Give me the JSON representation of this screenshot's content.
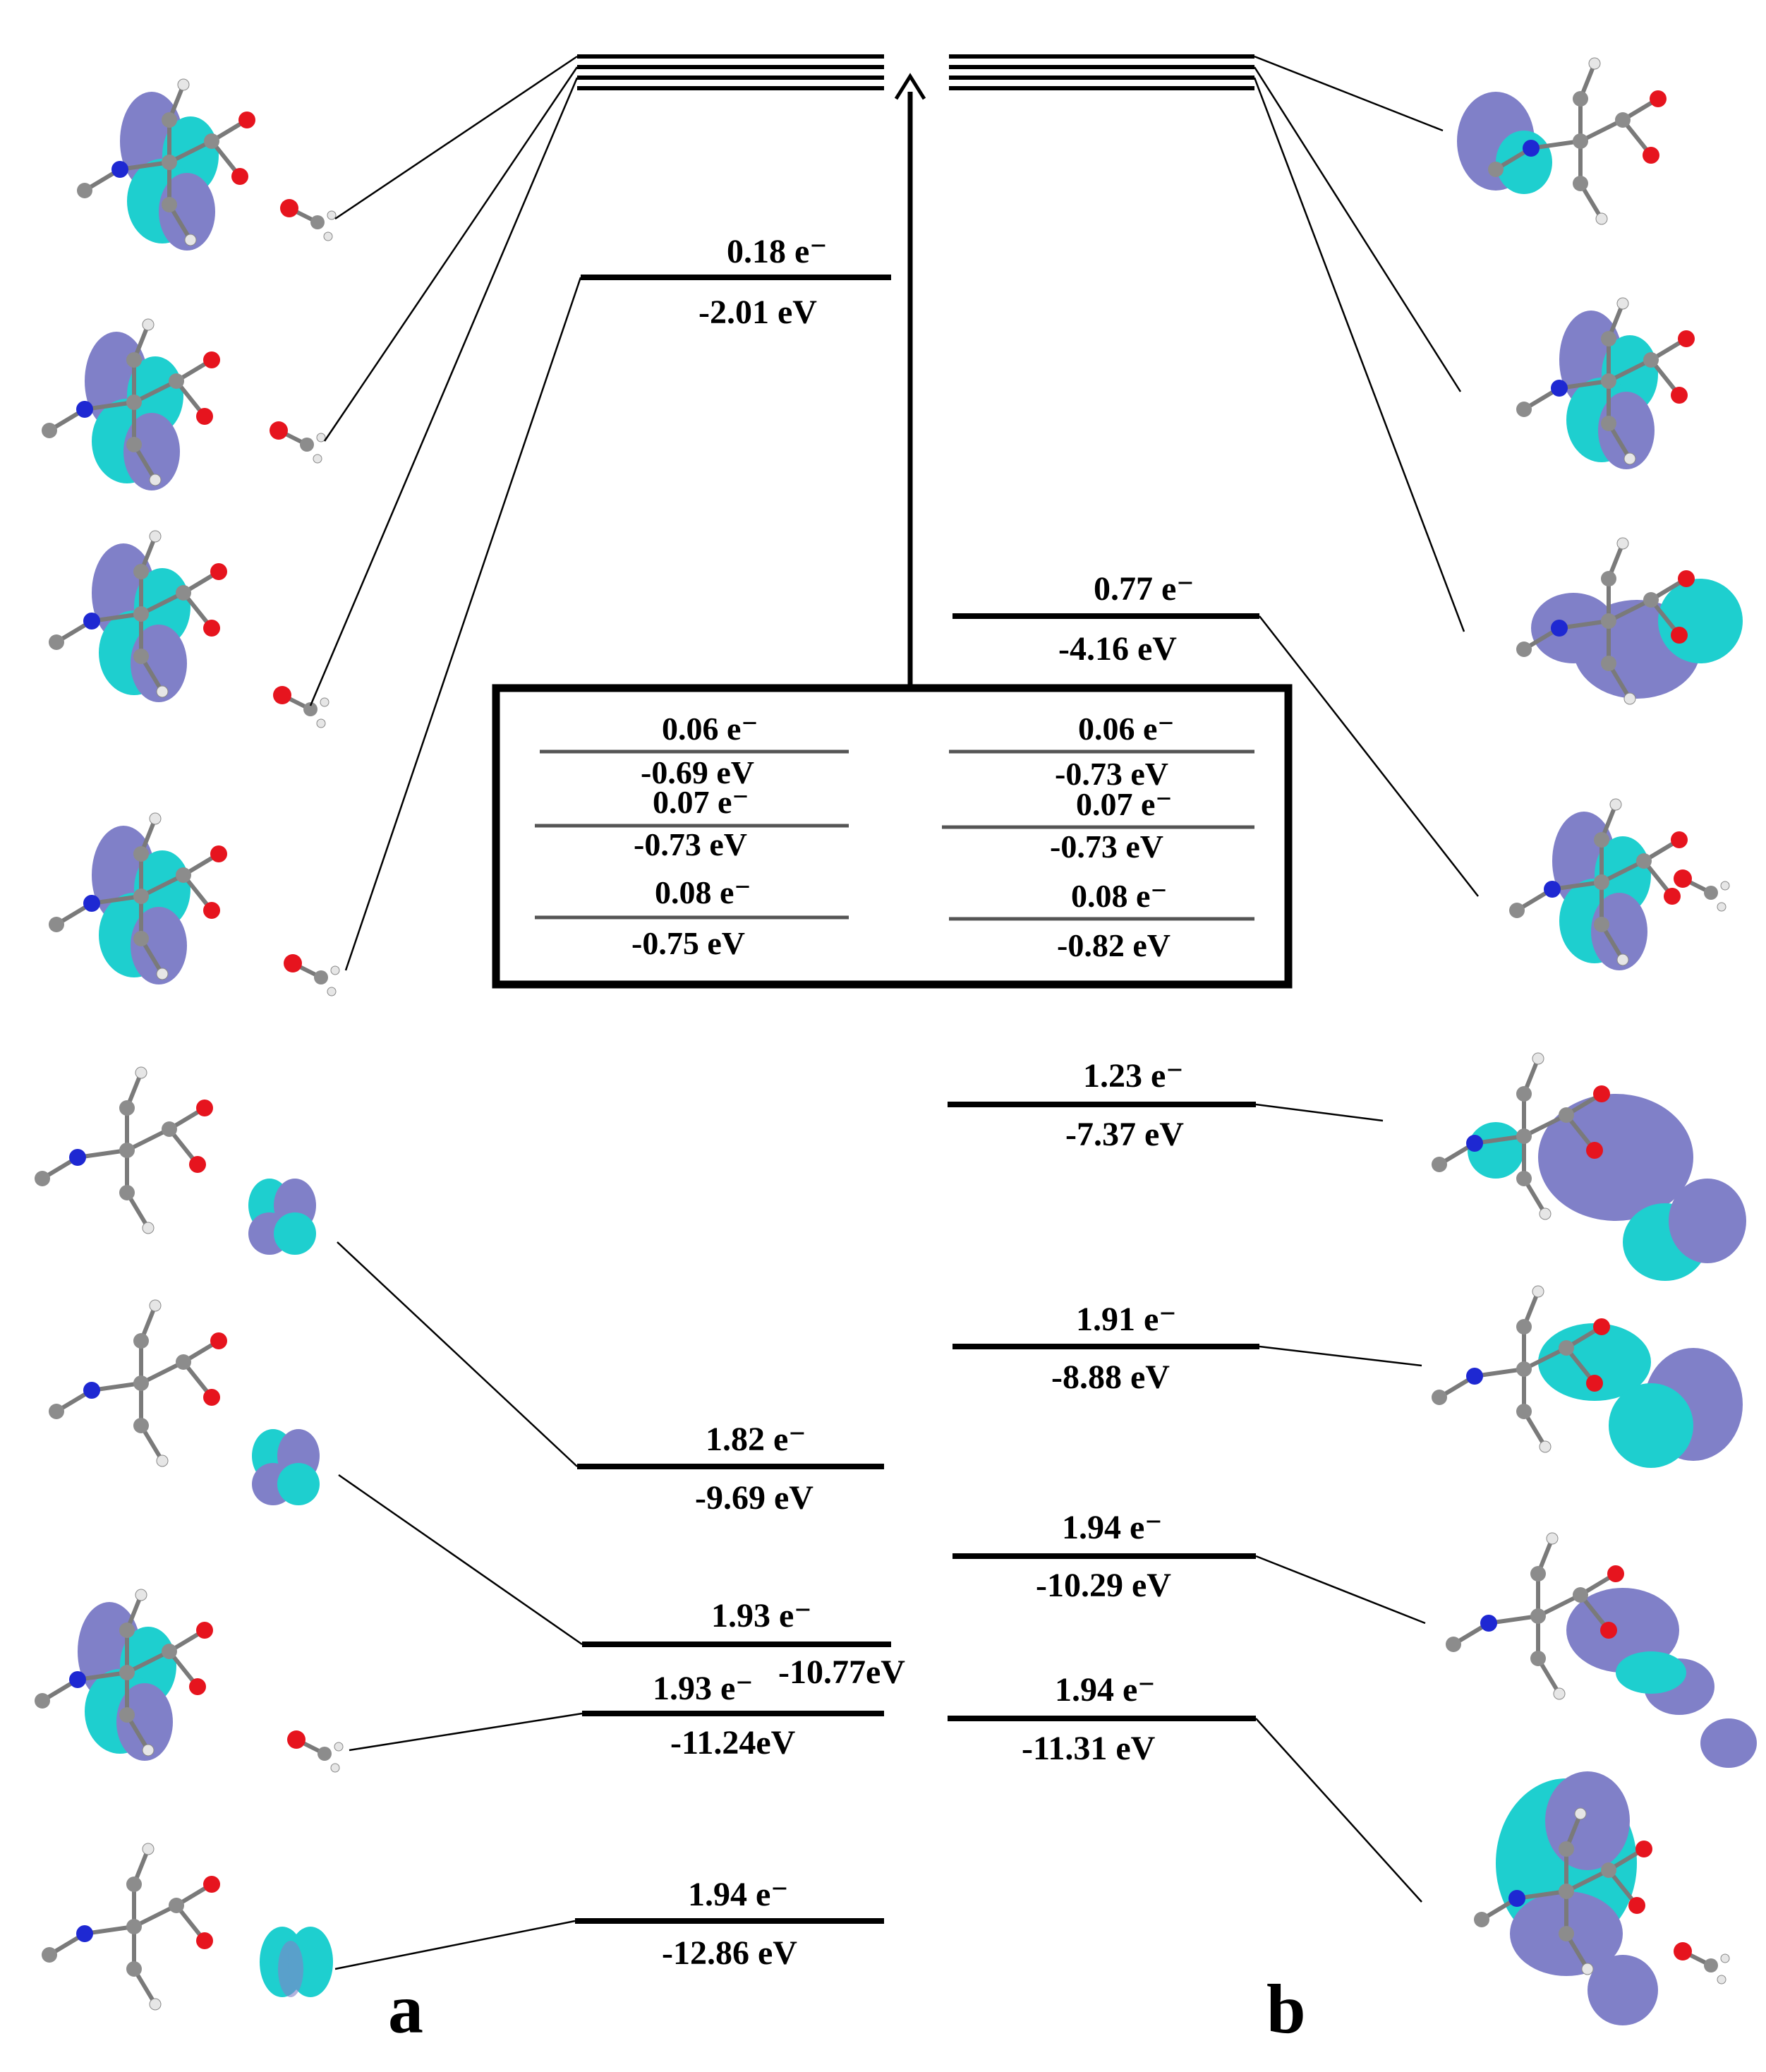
{
  "panels": {
    "a": {
      "label": "a"
    },
    "b": {
      "label": "b"
    }
  },
  "levels_a": [
    {
      "occ": "0.18 e⁻",
      "energy": "-2.01 eV"
    },
    {
      "occ": "1.82 e⁻",
      "energy": "-9.69 eV"
    },
    {
      "occ": "1.93 e⁻",
      "energy": "-10.77eV"
    },
    {
      "occ": "1.93 e⁻",
      "energy": "-11.24eV"
    },
    {
      "occ": "1.94 e⁻",
      "energy": "-12.86 eV"
    }
  ],
  "levels_b": [
    {
      "occ": "0.77 e⁻",
      "energy": "-4.16 eV"
    },
    {
      "occ": "1.23 e⁻",
      "energy": "-7.37 eV"
    },
    {
      "occ": "1.91 e⁻",
      "energy": "-8.88 eV"
    },
    {
      "occ": "1.94 e⁻",
      "energy": "-10.29 eV"
    },
    {
      "occ": "1.94 e⁻",
      "energy": "-11.31 eV"
    }
  ],
  "inset": {
    "left": [
      {
        "occ": "0.06 e⁻",
        "energy": "-0.69 eV"
      },
      {
        "occ": "0.07 e⁻",
        "energy": "-0.73 eV"
      },
      {
        "occ": "0.08 e⁻",
        "energy": "-0.75 eV"
      }
    ],
    "right": [
      {
        "occ": "0.06 e⁻",
        "energy": "-0.73 eV"
      },
      {
        "occ": "0.07 e⁻",
        "energy": "-0.73 eV"
      },
      {
        "occ": "0.08 e⁻",
        "energy": "-0.82 eV"
      }
    ]
  },
  "colors": {
    "orbital_lobe_a": "#8080c8",
    "orbital_lobe_b": "#1ecfcf",
    "atom_carbon": "#8c8c8c",
    "atom_nitrogen": "#1e28d2",
    "atom_oxygen": "#e6141e",
    "atom_hydrogen": "#e6e6e6",
    "line": "#000000"
  }
}
